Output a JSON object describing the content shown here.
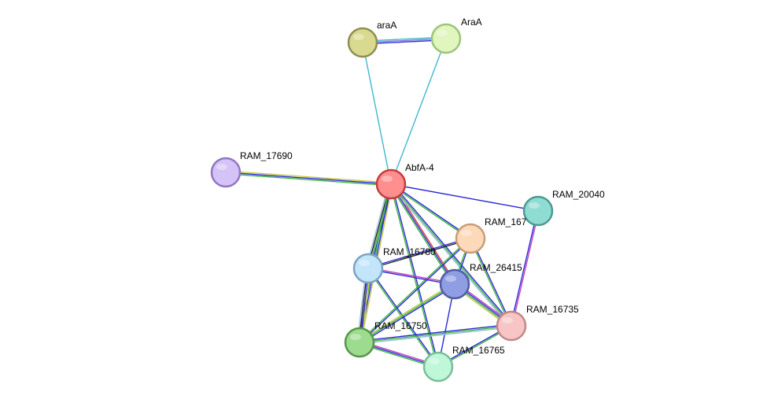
{
  "network": {
    "nodes": [
      {
        "id": "araA",
        "label": "araA",
        "fill": "#d9d98f",
        "stroke": "#8f8f4f"
      },
      {
        "id": "AraA",
        "label": "AraA",
        "fill": "#e1f5bf",
        "stroke": "#9cc478"
      },
      {
        "id": "RAM_17690",
        "label": "RAM_17690",
        "fill": "#d3c3f7",
        "stroke": "#9275c4"
      },
      {
        "id": "AbfA-4",
        "label": "AbfA-4",
        "fill": "#ff8f8f",
        "stroke": "#c43c3c"
      },
      {
        "id": "RAM_20040",
        "label": "RAM_20040",
        "fill": "#8fdcd3",
        "stroke": "#4c9a92"
      },
      {
        "id": "RAM_167xx",
        "label": "RAM_167",
        "fill": "#fcd9b8",
        "stroke": "#c89d77"
      },
      {
        "id": "RAM_16780",
        "label": "RAM_16780",
        "fill": "#c3e5fa",
        "stroke": "#7ba4c4"
      },
      {
        "id": "RAM_26415",
        "label": "RAM_26415",
        "fill": "#8f9ee3",
        "stroke": "#4f5ca3"
      },
      {
        "id": "RAM_16735",
        "label": "RAM_16735",
        "fill": "#f7c5c5",
        "stroke": "#c28888"
      },
      {
        "id": "RAM_16750",
        "label": "RAM_16750",
        "fill": "#9ddb8f",
        "stroke": "#55964a"
      },
      {
        "id": "RAM_16765",
        "label": "RAM_16765",
        "fill": "#bff7d9",
        "stroke": "#7bbd99"
      }
    ],
    "edges": [
      {
        "source": "araA",
        "target": "AraA",
        "colors": [
          "#3fb7d0",
          "#8a7fd9",
          "#2a2ad6"
        ]
      },
      {
        "source": "araA",
        "target": "AbfA-4",
        "colors": [
          "#3fb7d0"
        ]
      },
      {
        "source": "AraA",
        "target": "AbfA-4",
        "colors": [
          "#3fb7d0"
        ]
      },
      {
        "source": "RAM_17690",
        "target": "AbfA-4",
        "colors": [
          "#c9c94a",
          "#2a2ad6",
          "#3cb53c"
        ]
      },
      {
        "source": "AbfA-4",
        "target": "RAM_20040",
        "colors": [
          "#2a2ad6"
        ]
      },
      {
        "source": "AbfA-4",
        "target": "RAM_167xx",
        "colors": [
          "#2a2ad6",
          "#3cb53c"
        ]
      },
      {
        "source": "AbfA-4",
        "target": "RAM_16780",
        "colors": [
          "#2a2ad6",
          "#3cb53c",
          "#222222",
          "#99bbdd"
        ]
      },
      {
        "source": "AbfA-4",
        "target": "RAM_26415",
        "colors": [
          "#d63a3a",
          "#2a2ad6",
          "#3cb53c"
        ]
      },
      {
        "source": "AbfA-4",
        "target": "RAM_16735",
        "colors": [
          "#2a2ad6",
          "#3cb53c",
          "#99bbdd"
        ]
      },
      {
        "source": "AbfA-4",
        "target": "RAM_16750",
        "colors": [
          "#c9c94a",
          "#2a2ad6",
          "#3cb53c"
        ]
      },
      {
        "source": "AbfA-4",
        "target": "RAM_16765",
        "colors": [
          "#2a2ad6",
          "#3cb53c"
        ]
      },
      {
        "source": "RAM_20040",
        "target": "RAM_16735",
        "colors": [
          "#c040c0",
          "#2a2ad6"
        ]
      },
      {
        "source": "RAM_167xx",
        "target": "RAM_16780",
        "colors": [
          "#222222",
          "#2a2ad6"
        ]
      },
      {
        "source": "RAM_167xx",
        "target": "RAM_26415",
        "colors": [
          "#2a2ad6",
          "#3cb53c"
        ]
      },
      {
        "source": "RAM_167xx",
        "target": "RAM_16735",
        "colors": [
          "#2a2ad6",
          "#3cb53c"
        ]
      },
      {
        "source": "RAM_167xx",
        "target": "RAM_16750",
        "colors": [
          "#2a2ad6",
          "#3cb53c"
        ]
      },
      {
        "source": "RAM_16780",
        "target": "RAM_26415",
        "colors": [
          "#c040c0",
          "#2a2ad6"
        ]
      },
      {
        "source": "RAM_16780",
        "target": "RAM_16750",
        "colors": [
          "#c9c94a",
          "#2a2ad6",
          "#222222",
          "#99bbdd"
        ]
      },
      {
        "source": "RAM_16780",
        "target": "RAM_16765",
        "colors": [
          "#2a2ad6",
          "#3cb53c"
        ]
      },
      {
        "source": "RAM_26415",
        "target": "RAM_16735",
        "colors": [
          "#c040c0",
          "#2a2ad6",
          "#3cb53c",
          "#c9c94a"
        ]
      },
      {
        "source": "RAM_26415",
        "target": "RAM_16750",
        "colors": [
          "#2a2ad6",
          "#3cb53c",
          "#c9c94a"
        ]
      },
      {
        "source": "RAM_26415",
        "target": "RAM_16765",
        "colors": [
          "#2a2ad6"
        ]
      },
      {
        "source": "RAM_16750",
        "target": "RAM_16735",
        "colors": [
          "#2a2ad6",
          "#3cb53c",
          "#99bbdd"
        ]
      },
      {
        "source": "RAM_16750",
        "target": "RAM_16765",
        "colors": [
          "#c040c0",
          "#2a2ad6",
          "#3cb53c"
        ]
      },
      {
        "source": "RAM_16765",
        "target": "RAM_16735",
        "colors": [
          "#2a2ad6",
          "#3cb53c"
        ]
      }
    ]
  }
}
